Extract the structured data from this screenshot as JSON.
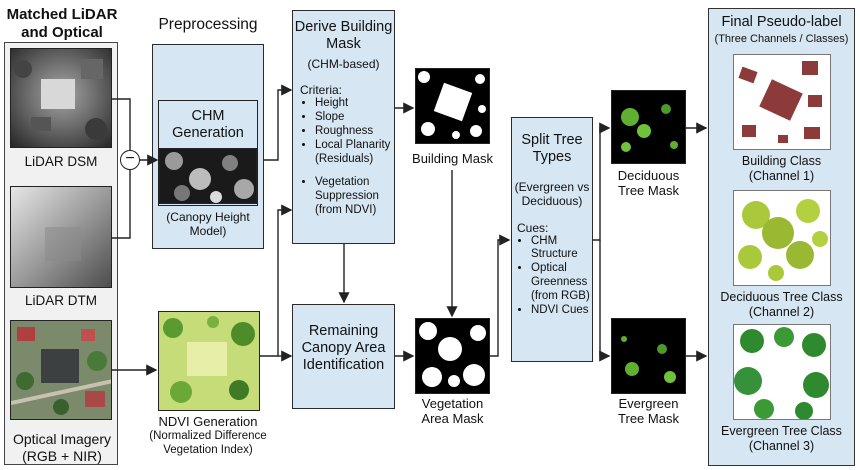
{
  "input_panel": {
    "title": "Matched LiDAR\nand Optical",
    "dsm_label": "LiDAR DSM",
    "dtm_label": "LiDAR DTM",
    "optical_label": "Optical Imagery\n(RGB + NIR)",
    "operator_symbol": "−"
  },
  "preprocessing": {
    "title": "Preprocessing",
    "chm_title": "CHM\nGeneration",
    "chm_caption": "(Canopy Height\nModel)",
    "ndvi_title": "NDVI Generation",
    "ndvi_caption": "(Normalized Difference\nVegetation Index)"
  },
  "building_mask_box": {
    "title": "Derive Building\nMask",
    "subtitle": "(CHM-based)",
    "criteria_heading": "Criteria:",
    "criteria": [
      "Height",
      "Slope",
      "Roughness",
      "Local Planarity\n(Residuals)"
    ],
    "extra": "Vegetation\nSuppression\n(from NDVI)"
  },
  "canopy_box": {
    "title": "Remaining\nCanopy Area\nIdentification"
  },
  "masks": {
    "building": "Building Mask",
    "vegetation": "Vegetation\nArea Mask",
    "deciduous": "Deciduous\nTree Mask",
    "evergreen": "Evergreen\nTree Mask"
  },
  "split_box": {
    "title": "Split Tree\nTypes",
    "subtitle": "(Evergreen vs\nDeciduous)",
    "cues_heading": "Cues:",
    "cues": [
      "CHM\nStructure",
      "Optical\nGreenness\n(from RGB)",
      "NDVI Cues"
    ]
  },
  "final_panel": {
    "title": "Final Pseudo-label",
    "subtitle": "(Three Channels / Classes)",
    "building_class": "Building Class\n(Channel 1)",
    "deciduous_class": "Deciduous Tree Class\n(Channel 2)",
    "evergreen_class": "Evergreen Tree Class\n(Channel 3)"
  },
  "colors": {
    "box_fill": "#d6e6f3",
    "building_class": "#8c3a3a",
    "deciduous_class": "#a9c93a",
    "evergreen_class": "#2f8a2f",
    "mask_green": "#6fc23a"
  }
}
